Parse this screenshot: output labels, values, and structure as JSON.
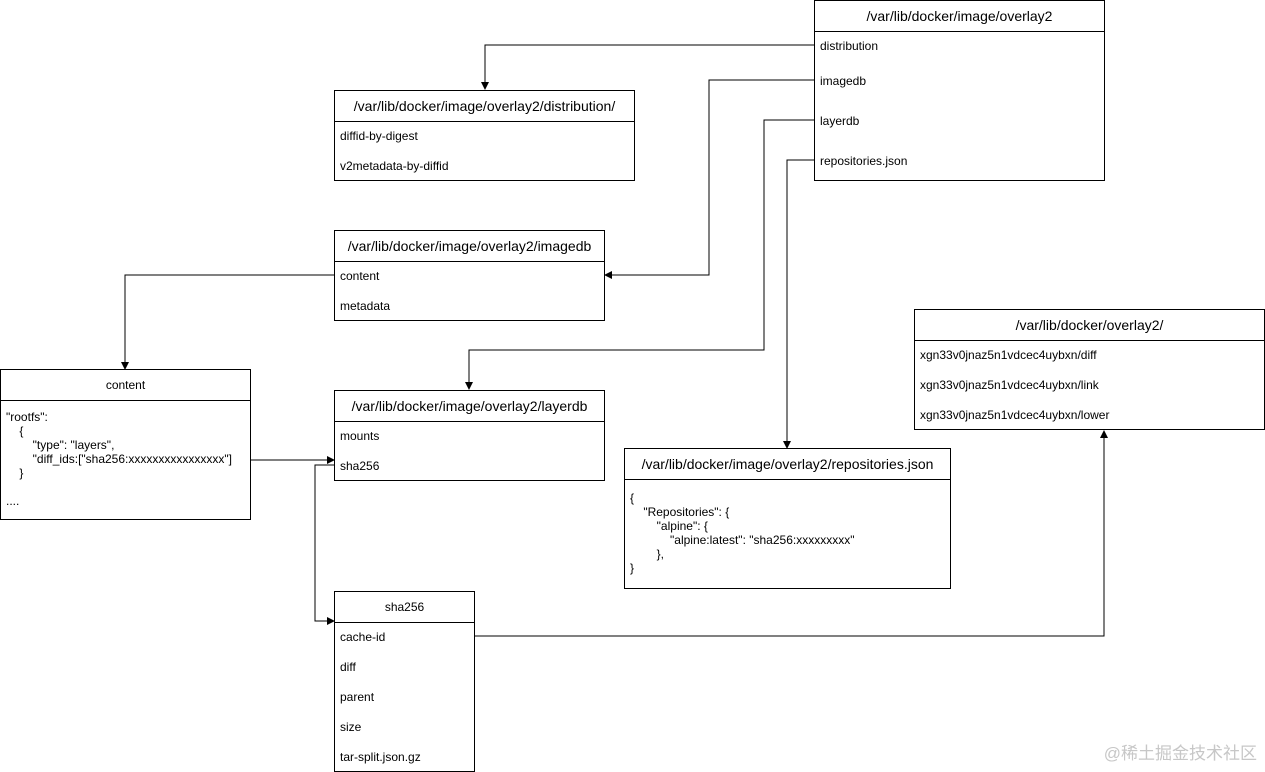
{
  "boxes": {
    "overlay2": {
      "title": "/var/lib/docker/image/overlay2",
      "items": [
        "distribution",
        "imagedb",
        "layerdb",
        "repositories.json"
      ]
    },
    "distribution": {
      "title": "/var/lib/docker/image/overlay2/distribution/",
      "items": [
        "diffid-by-digest",
        "v2metadata-by-diffid"
      ]
    },
    "imagedb": {
      "title": "/var/lib/docker/image/overlay2/imagedb",
      "items": [
        "content",
        "metadata"
      ]
    },
    "content": {
      "title": "content",
      "body": "\"rootfs\":\n    {\n        \"type\": \"layers\",\n        \"diff_ids:[\"sha256:xxxxxxxxxxxxxxxx\"]\n    }\n\n...."
    },
    "layerdb": {
      "title": "/var/lib/docker/image/overlay2/layerdb",
      "items": [
        "mounts",
        "sha256"
      ]
    },
    "repositories": {
      "title": "/var/lib/docker/image/overlay2/repositories.json",
      "body": "{\n    \"Repositories\": {\n        \"alpine\": {\n            \"alpine:latest\": \"sha256:xxxxxxxxx\"\n        },\n}"
    },
    "dockerOverlay": {
      "title": "/var/lib/docker/overlay2/",
      "items": [
        "xgn33v0jnaz5n1vdcec4uybxn/diff",
        "xgn33v0jnaz5n1vdcec4uybxn/link",
        "xgn33v0jnaz5n1vdcec4uybxn/lower"
      ]
    },
    "sha256": {
      "title": "sha256",
      "items": [
        "cache-id",
        "diff",
        "parent",
        "size",
        "tar-split.json.gz"
      ]
    }
  },
  "watermark": "@稀土掘金技术社区"
}
